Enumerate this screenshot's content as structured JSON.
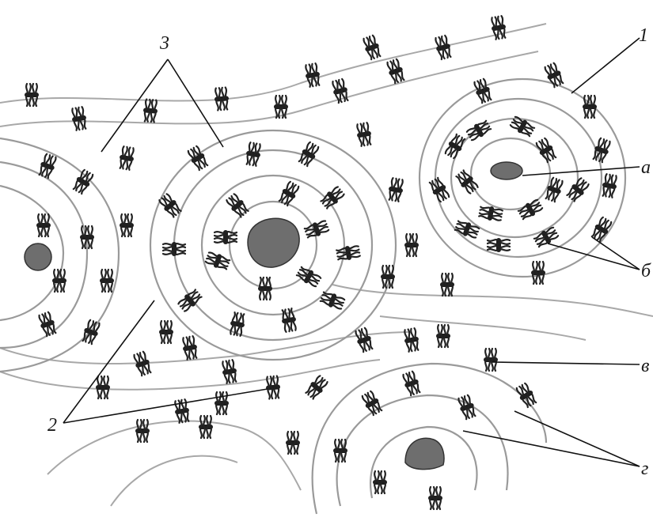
{
  "labels": {
    "osteon": "1",
    "interstitial_plates": "2",
    "circumferential_plates": "3",
    "canal": "а",
    "lamellae": "б",
    "osteocyte": "в",
    "fibers": "г"
  }
}
